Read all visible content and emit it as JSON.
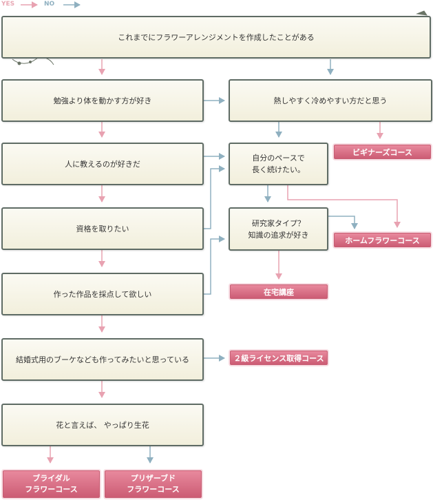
{
  "legend": {
    "yes": "YES",
    "no": "NO"
  },
  "colors": {
    "yes": "#e8a2b1",
    "no": "#8fb0c0",
    "box_border": "#5e6b64",
    "result_bg": "#d96b82"
  },
  "questions": {
    "q1": "これまでにフラワーアレンジメントを作成したことがある",
    "q2": "勉強より体を動かす方が好き",
    "q3": "熱しやすく冷めやすい方だと思う",
    "q4": "人に教えるのが好きだ",
    "q5_l1": "自分のペースで",
    "q5_l2": "長く続けたい。",
    "q6": "資格を取りたい",
    "q7_l1": "研究家タイプ？",
    "q7_l2": "知識の追求が好き",
    "q8": "作った作品を採点して欲しい",
    "q9": "結婚式用のブーケなども作ってみたいと思っている",
    "q10": "花と言えば、 やっぱり生花"
  },
  "results": {
    "beginner": "ビギナーズコース",
    "home": "ホームフラワーコース",
    "home_study": "在宅講座",
    "license": "２級ライセンス取得コース",
    "bridal_l1": "ブライダル",
    "bridal_l2": "フラワーコース",
    "preserved_l1": "プリザーブド",
    "preserved_l2": "フラワーコース"
  }
}
